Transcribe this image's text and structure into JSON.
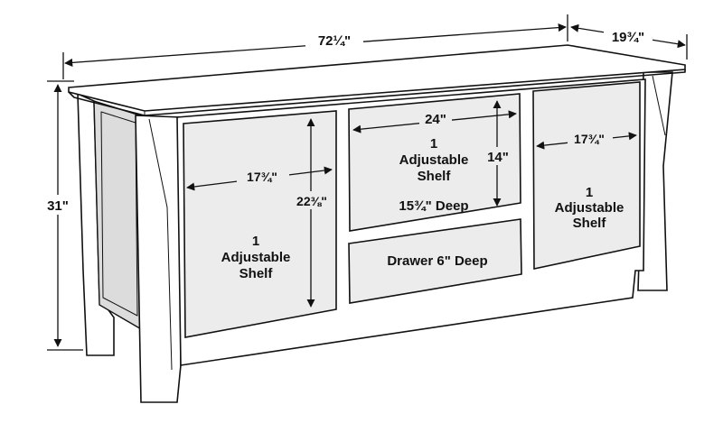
{
  "dimensions": {
    "width": "72¼\"",
    "depth": "19¾\"",
    "height": "31\""
  },
  "left_cabinet": {
    "width": "17¾\"",
    "height": "22⅜\"",
    "shelf_count": "1",
    "shelf_line1": "Adjustable",
    "shelf_line2": "Shelf"
  },
  "center_cabinet": {
    "width": "24\"",
    "height": "14\"",
    "shelf_count": "1",
    "shelf_line1": "Adjustable",
    "shelf_line2": "Shelf",
    "depth": "15¾\" Deep"
  },
  "drawer": {
    "label": "Drawer 6\" Deep"
  },
  "right_cabinet": {
    "width": "17¾\"",
    "shelf_count": "1",
    "shelf_line1": "Adjustable",
    "shelf_line2": "Shelf"
  }
}
